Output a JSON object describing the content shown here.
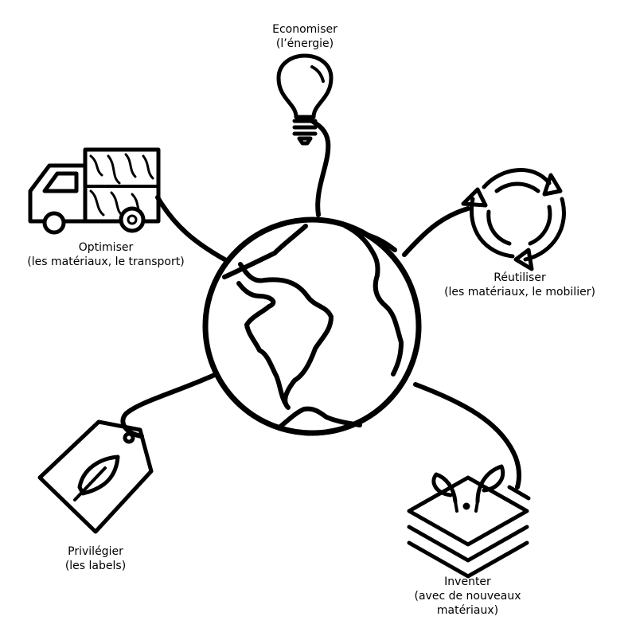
{
  "diagram": {
    "stroke_color": "#000000",
    "background_color": "#ffffff",
    "center": {
      "name": "earth-globe",
      "icon": "globe-icon"
    },
    "nodes": [
      {
        "id": "economiser",
        "icon": "lightbulb-icon",
        "label_line1": "Economiser",
        "label_line2": "(l’énergie)"
      },
      {
        "id": "reutiliser",
        "icon": "recycle-arrows-icon",
        "label_line1": "Réutiliser",
        "label_line2": "(les matériaux, le mobilier)"
      },
      {
        "id": "inventer",
        "icon": "sprouting-layers-icon",
        "label_line1": "Inventer",
        "label_line2": "(avec de nouveaux",
        "label_line3": "matériaux)"
      },
      {
        "id": "privilegier",
        "icon": "leaf-tag-icon",
        "label_line1": "Privilégier",
        "label_line2": "(les labels)"
      },
      {
        "id": "optimiser",
        "icon": "wood-truck-icon",
        "label_line1": "Optimiser",
        "label_line2": "(les matériaux, le transport)"
      }
    ]
  }
}
